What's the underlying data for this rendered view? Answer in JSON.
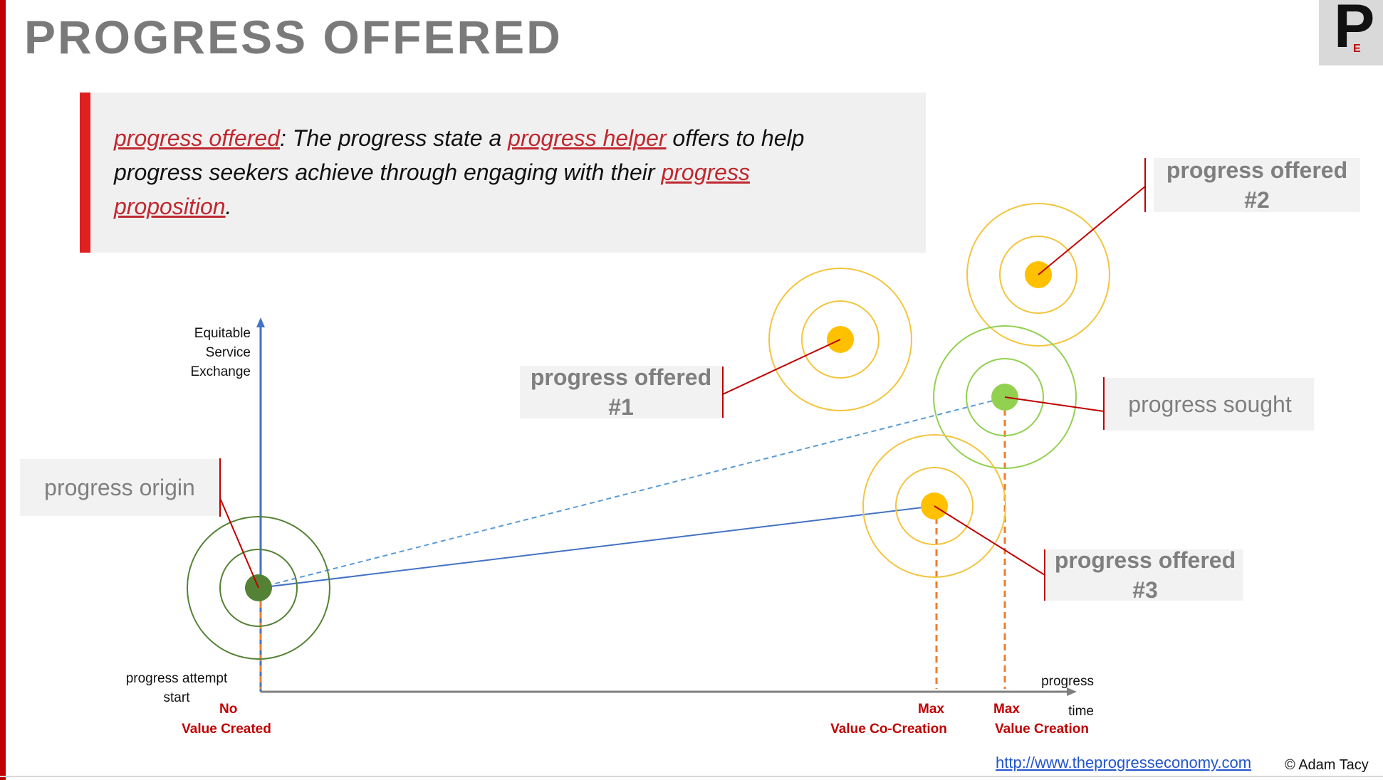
{
  "title": "PROGRESS OFFERED",
  "logo": {
    "letter": "P",
    "sub": "E"
  },
  "definition": {
    "term": "progress offered",
    "text1": ": The progress state a ",
    "link1": "progress helper",
    "text2": " offers to help progress seekers achieve through engaging with their ",
    "link2": "progress proposition",
    "text3": "."
  },
  "labels": {
    "origin": "progress origin",
    "offered1_line1": "progress offered",
    "offered1_line2": "#1",
    "offered2_line1": "progress offered",
    "offered2_line2": "#2",
    "offered3_line1": "progress offered",
    "offered3_line2": "#3",
    "sought": "progress sought"
  },
  "axes": {
    "y_label_1": "Equitable",
    "y_label_2": "Service",
    "y_label_3": "Exchange",
    "start_1": "progress attempt",
    "start_2": "start",
    "x_label_1": "progress",
    "x_label_2": "time"
  },
  "markers": {
    "no_1": "No",
    "no_2": "Value Created",
    "cocreation_1": "Max",
    "cocreation_2": "Value Co-Creation",
    "creation_1": "Max",
    "creation_2": "Value Creation"
  },
  "footer": {
    "url": "http://www.theprogresseconomy.com",
    "copyright": "© Adam Tacy"
  },
  "colors": {
    "accent_red": "#c00000",
    "axis_blue": "#4472c4",
    "origin_green": "#548235",
    "sought_green": "#92d050",
    "offered_gold": "#ffc000",
    "guide_orange": "#ed7d31"
  }
}
